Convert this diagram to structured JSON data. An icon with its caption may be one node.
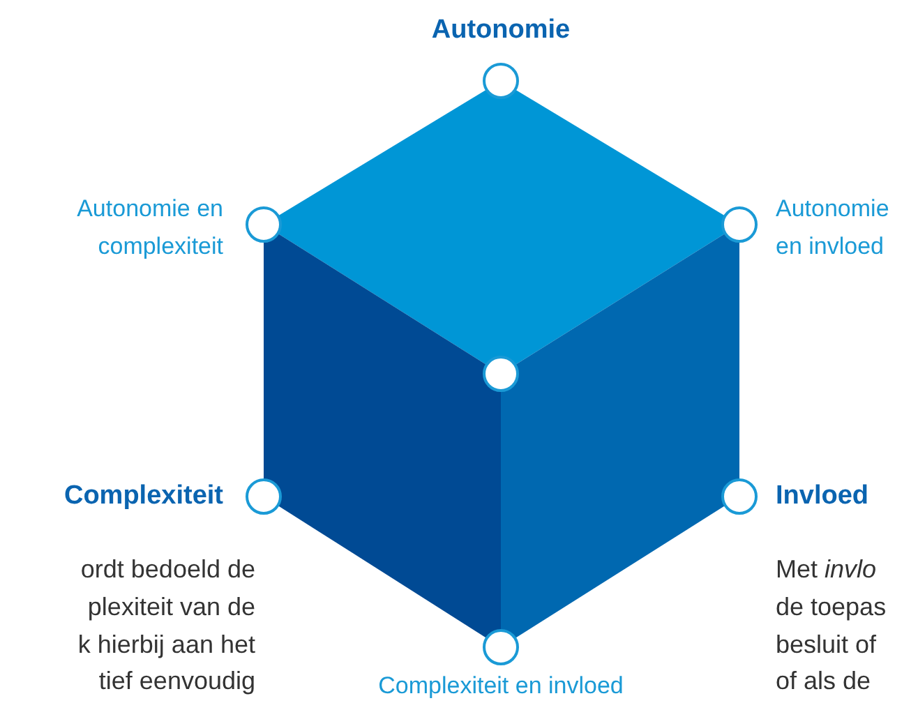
{
  "diagram": {
    "nodes": [
      {
        "text": [],
        "shape": "circle",
        "beside": [
          "Autonomie"
        ]
      },
      {
        "text": [],
        "shape": "circle",
        "beside": [
          "Autonomie en complexiteit"
        ]
      },
      {
        "text": [],
        "shape": "circle",
        "beside": [
          "Autonomie en invloed"
        ]
      },
      {
        "text": [],
        "shape": "circle"
      },
      {
        "text": [],
        "shape": "circle",
        "beside": [
          "Complexiteit"
        ]
      },
      {
        "text": [],
        "shape": "circle",
        "beside": [
          "Invloed"
        ]
      },
      {
        "text": [],
        "shape": "circle",
        "beside": [
          "Complexiteit en invloed"
        ]
      }
    ],
    "labels": [
      "ordt bedoeld de",
      "plexiteit van de",
      "k hierbij aan het",
      "tief eenvoudig",
      "Met *invlo*",
      "de toepas",
      "besluit of",
      "of als de"
    ]
  }
}
